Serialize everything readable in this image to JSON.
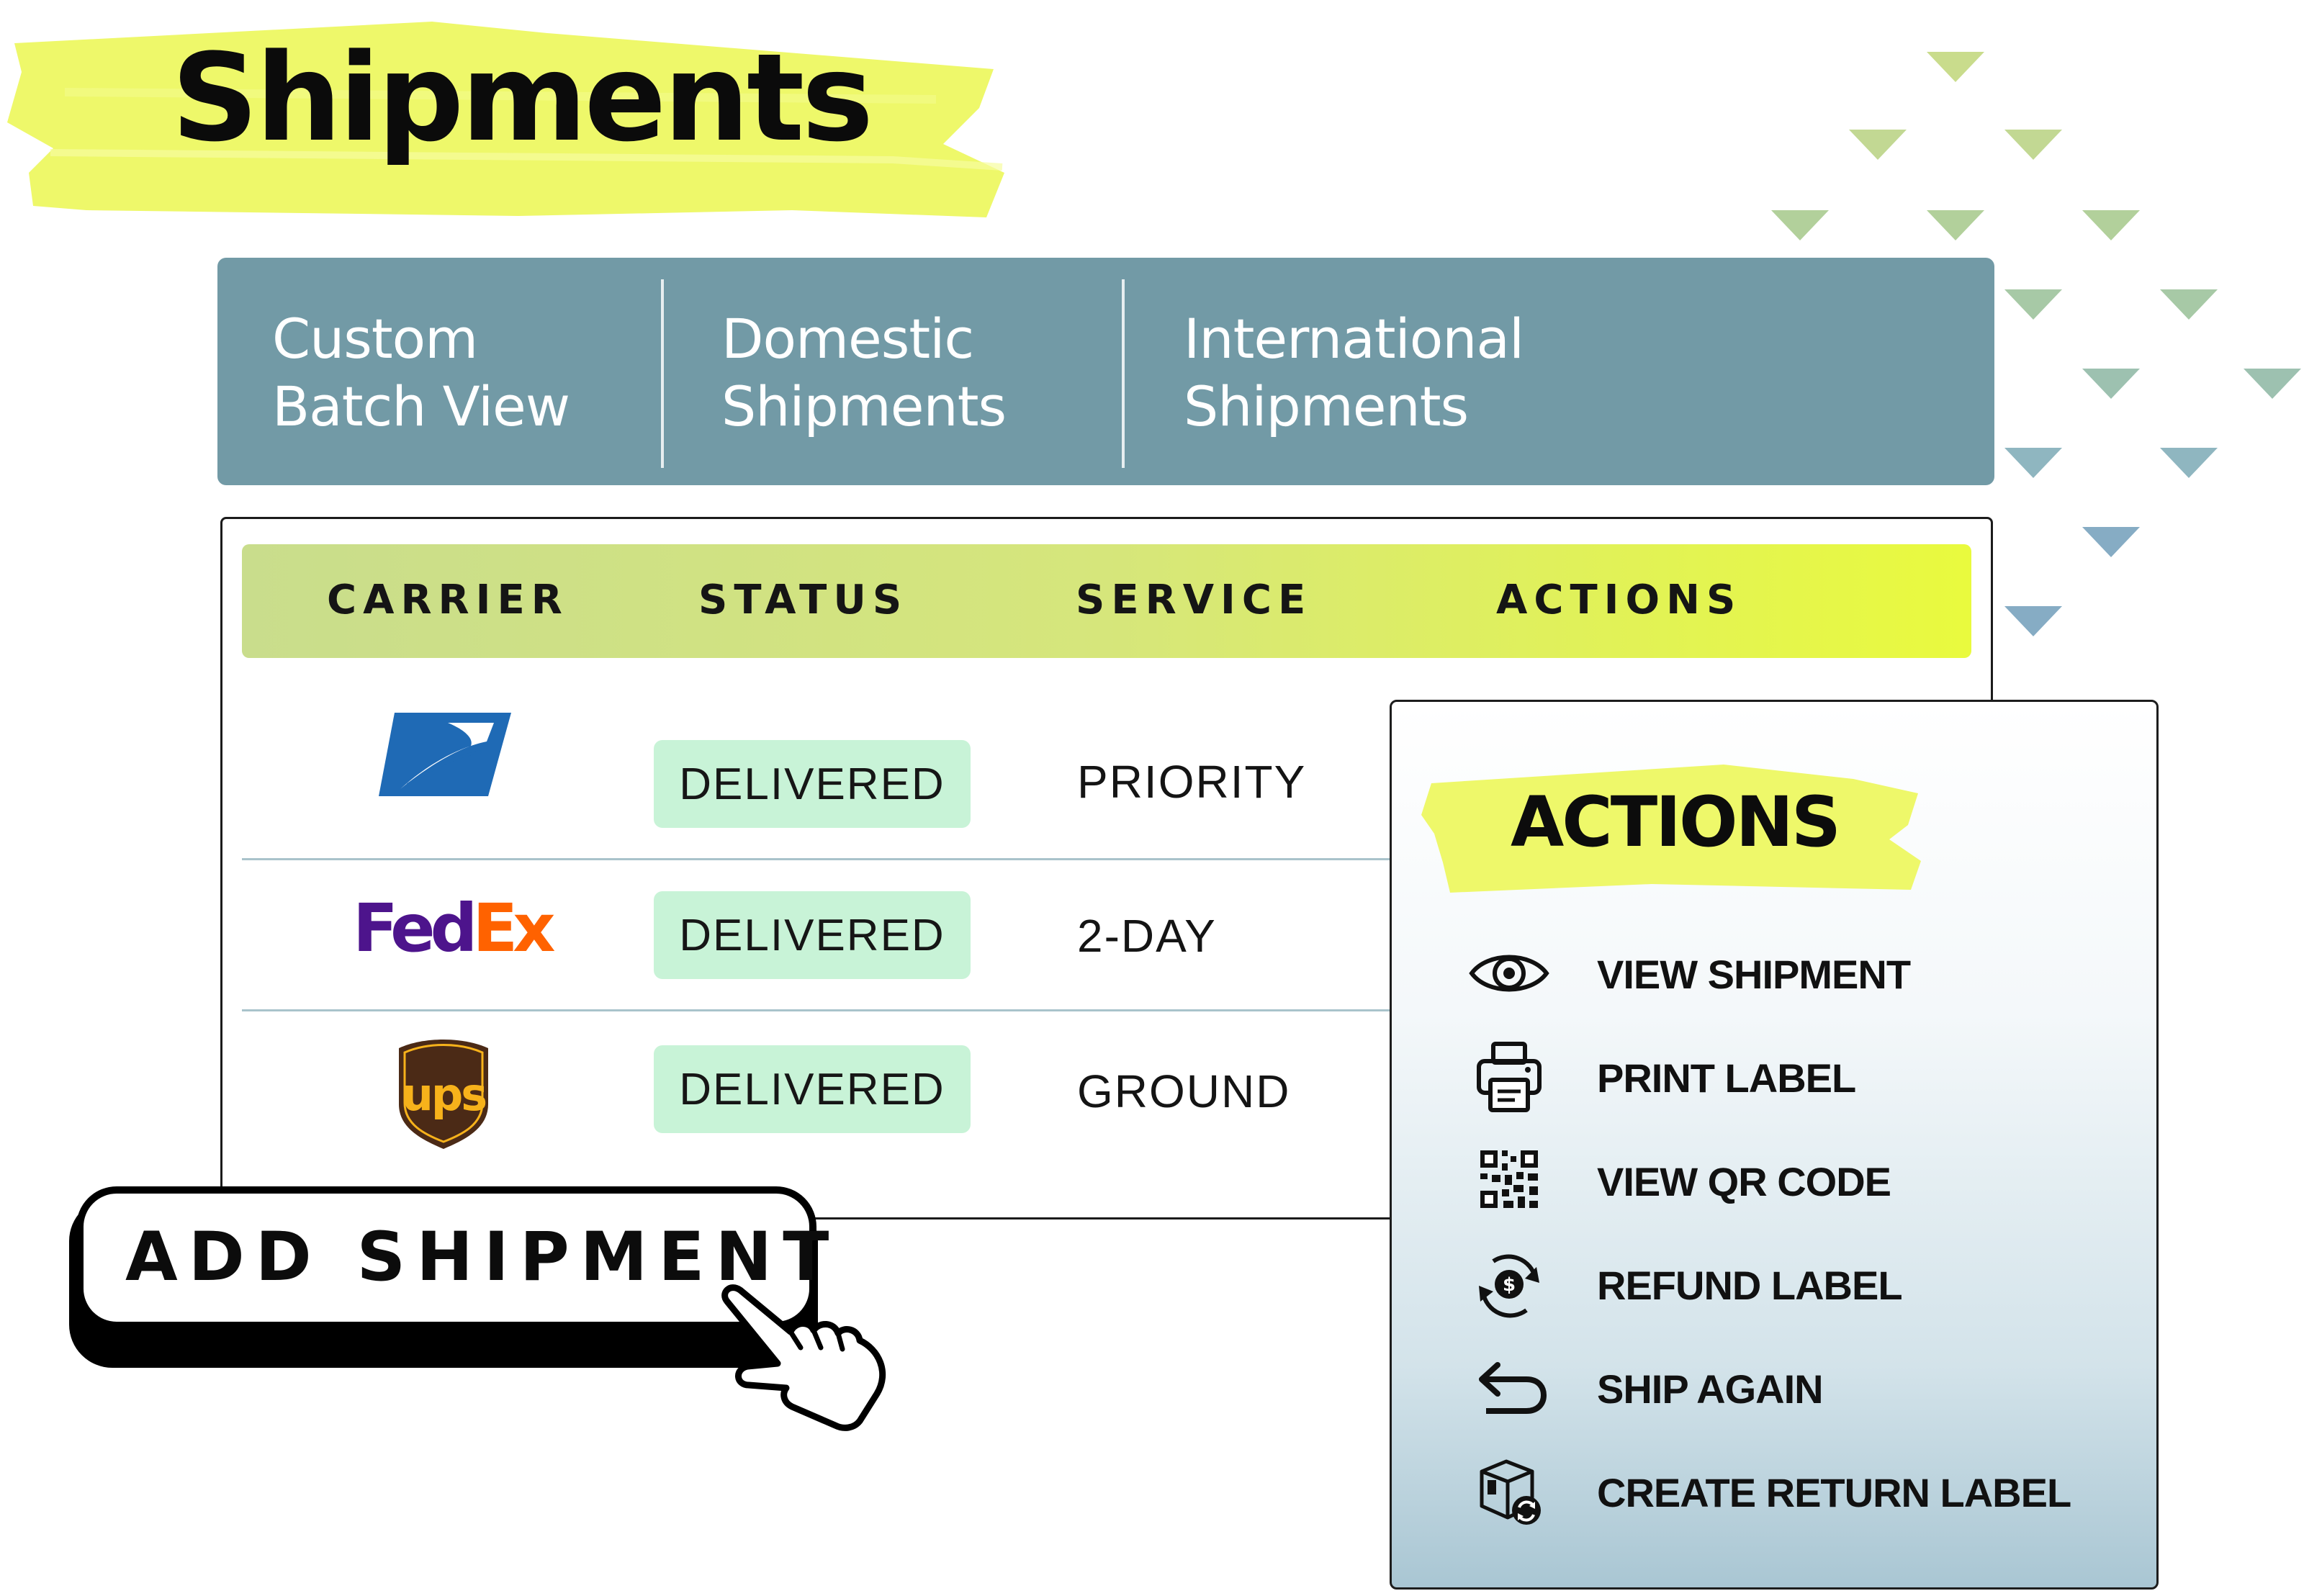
{
  "page": {
    "title": "Shipments"
  },
  "tabs": [
    {
      "line1": "Custom",
      "line2": "Batch View"
    },
    {
      "line1": "Domestic",
      "line2": "Shipments"
    },
    {
      "line1": "International",
      "line2": "Shipments"
    }
  ],
  "table": {
    "columns": [
      "CARRIER",
      "STATUS",
      "SERVICE",
      "ACTIONS"
    ],
    "rows": [
      {
        "carrier": "USPS",
        "status": "DELIVERED",
        "service": "PRIORITY"
      },
      {
        "carrier": "FedEx",
        "status": "DELIVERED",
        "service": "2-DAY"
      },
      {
        "carrier": "UPS",
        "status": "DELIVERED",
        "service": "GROUND"
      }
    ]
  },
  "logos": {
    "fedex_fed": "Fed",
    "fedex_ex": "Ex",
    "ups_text": "ups"
  },
  "actions_menu": {
    "title": "ACTIONS",
    "items": [
      {
        "label": "VIEW SHIPMENT",
        "icon": "eye-icon"
      },
      {
        "label": "PRINT LABEL",
        "icon": "printer-icon"
      },
      {
        "label": "VIEW QR CODE",
        "icon": "qr-code-icon"
      },
      {
        "label": "REFUND LABEL",
        "icon": "refund-icon"
      },
      {
        "label": "SHIP AGAIN",
        "icon": "undo-arrow-icon"
      },
      {
        "label": "CREATE RETURN LABEL",
        "icon": "return-box-icon"
      }
    ]
  },
  "add_shipment": {
    "label": "ADD SHIPMENT"
  },
  "colors": {
    "tab_bar": "#729aa6",
    "highlighter": "#eef86a",
    "header_gradient_start": "#c9dd8c",
    "header_gradient_end": "#e9fa3e",
    "status_badge": "#c8f3d7",
    "fedex_purple": "#4d148c",
    "fedex_orange": "#ff6200",
    "usps_blue": "#1f6ab5",
    "ups_brown": "#4b2a16",
    "ups_gold": "#f7b21b"
  }
}
